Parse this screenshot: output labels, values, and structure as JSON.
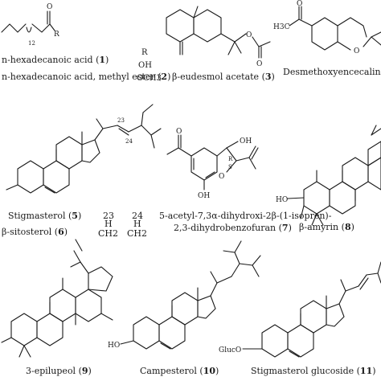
{
  "compounds": [
    {
      "id": "c1",
      "name": "n-hexadecanoic acid",
      "num": "1"
    },
    {
      "id": "c2",
      "name": "n-hexadecanoic acid, methyl ester",
      "num": "2"
    },
    {
      "id": "c3",
      "name": "β-eudesmol acetate",
      "num": "3"
    },
    {
      "id": "c4",
      "name": "Desmethoxyencecalin",
      "num": ""
    },
    {
      "id": "c5",
      "name": "Stigmasterol",
      "num": "5"
    },
    {
      "id": "c6",
      "name": "β-sitosterol",
      "num": "6"
    },
    {
      "id": "c7",
      "name_line1": "5-acetyl-7,3α-dihydroxi-2β-(1-isopren)-",
      "name_line2": "2,3-dihydrobenzofuran",
      "num": "7"
    },
    {
      "id": "c8",
      "name": "β-amyrin",
      "num": "8"
    },
    {
      "id": "c9",
      "name": "3-epilupeol",
      "num": "9"
    },
    {
      "id": "c10",
      "name": "Campesterol",
      "num": "10"
    },
    {
      "id": "c11",
      "name": "Stigmasterol glucoside",
      "num": "11"
    }
  ],
  "table_r": {
    "header": "R",
    "r1": "OH",
    "r2": "OCH3"
  },
  "table_pos": {
    "h23": "23",
    "h24": "24",
    "row5": [
      "H",
      "H"
    ],
    "row6": [
      "CH2",
      "CH2"
    ]
  },
  "atoms": {
    "o": "O",
    "r": "R",
    "sub12": "12",
    "h3c": "H3C",
    "oh": "OH",
    "ho": "HO",
    "gluco": "GlucO",
    "n23": "23",
    "n24": "24",
    "r_stereo": "R",
    "s_stereo": "S"
  }
}
